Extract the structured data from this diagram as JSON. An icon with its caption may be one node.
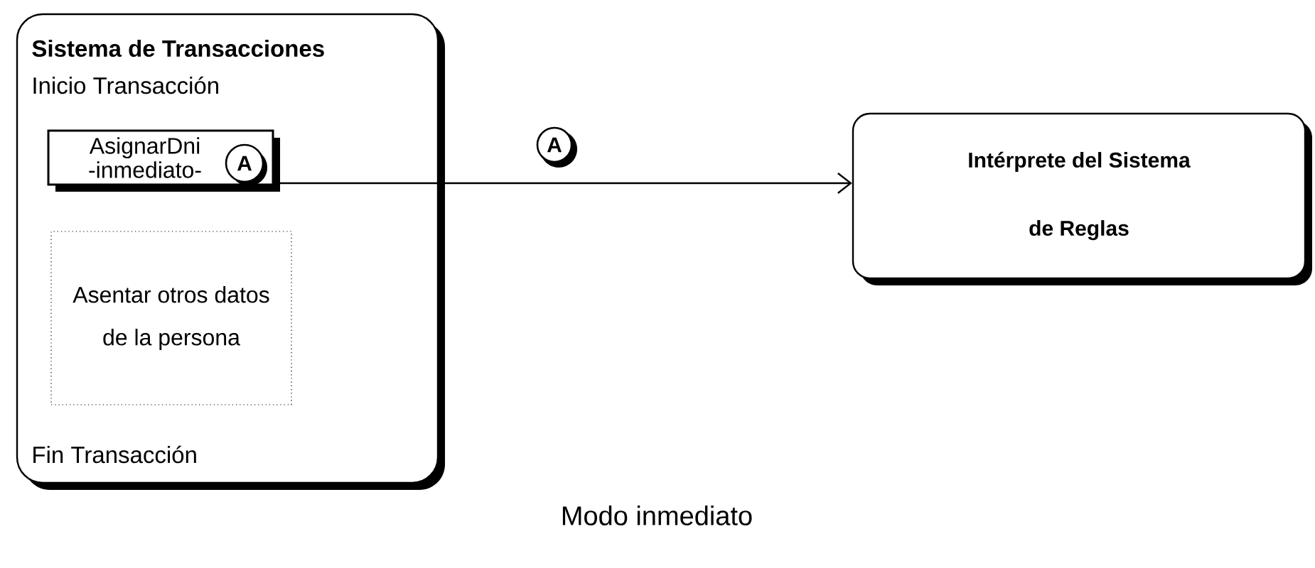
{
  "diagram": {
    "caption": "Modo inmediato",
    "nodes": [
      {
        "text": [
          "Sistema de Transacciones",
          "Inicio Transacción",
          "Fin Transacción"
        ]
      },
      {
        "text": [
          "AsignarDni -inmediato-"
        ],
        "in": 0
      },
      {
        "text": [
          "A"
        ],
        "in": 1
      },
      {
        "text": [
          "Asentar otros datos de la persona"
        ],
        "in": 0
      },
      {
        "text": [
          "A"
        ]
      },
      {
        "text": [
          "Intérprete del Sistema de Reglas"
        ]
      }
    ],
    "edges": [
      {
        "from": 1,
        "to": 5,
        "arrow": "to"
      }
    ]
  }
}
